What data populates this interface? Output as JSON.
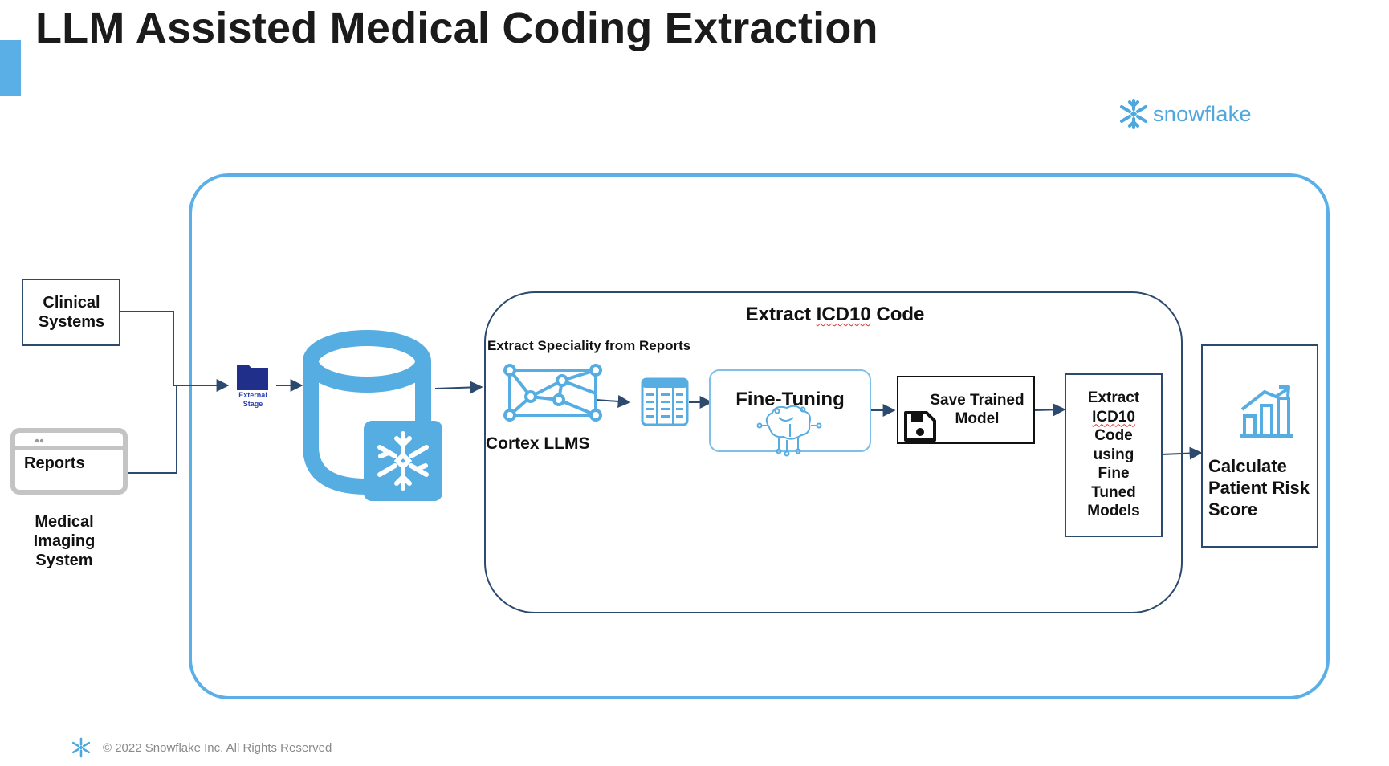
{
  "title": "LLM Assisted Medical Coding Extraction",
  "brand": {
    "wordmark": "snowflake"
  },
  "sources": {
    "clinical": "Clinical Systems",
    "reports": "Reports",
    "imaging": "Medical Imaging System"
  },
  "external_stage": {
    "line1": "External",
    "line2": "Stage"
  },
  "extract_group": {
    "title_prefix": "Extract ",
    "title_code": "ICD10",
    "title_suffix": " Code",
    "speciality": "Extract Speciality from Reports",
    "cortex": "Cortex LLMS",
    "finetune": "Fine-Tuning",
    "save_line1": "Save Trained",
    "save_line2": "Model",
    "icd_line1": "Extract",
    "icd_code": "ICD10",
    "icd_rest": [
      "Code",
      "using",
      "Fine",
      "Tuned",
      "Models"
    ]
  },
  "risk": {
    "line1": "Calculate",
    "line2": "Patient Risk",
    "line3": "Score"
  },
  "footer": {
    "copyright": "© 2022 Snowflake Inc. All Rights Reserved"
  },
  "colors": {
    "accent": "#5ab0e6",
    "navy": "#2c4a6e",
    "icon_blue": "#56ade2",
    "folder": "#1f2f8a"
  },
  "icons": [
    "snowflake-logo-icon",
    "folder-icon",
    "database-icon",
    "neural-network-icon",
    "table-icon",
    "brain-circuit-icon",
    "floppy-disk-icon",
    "bar-chart-icon"
  ]
}
